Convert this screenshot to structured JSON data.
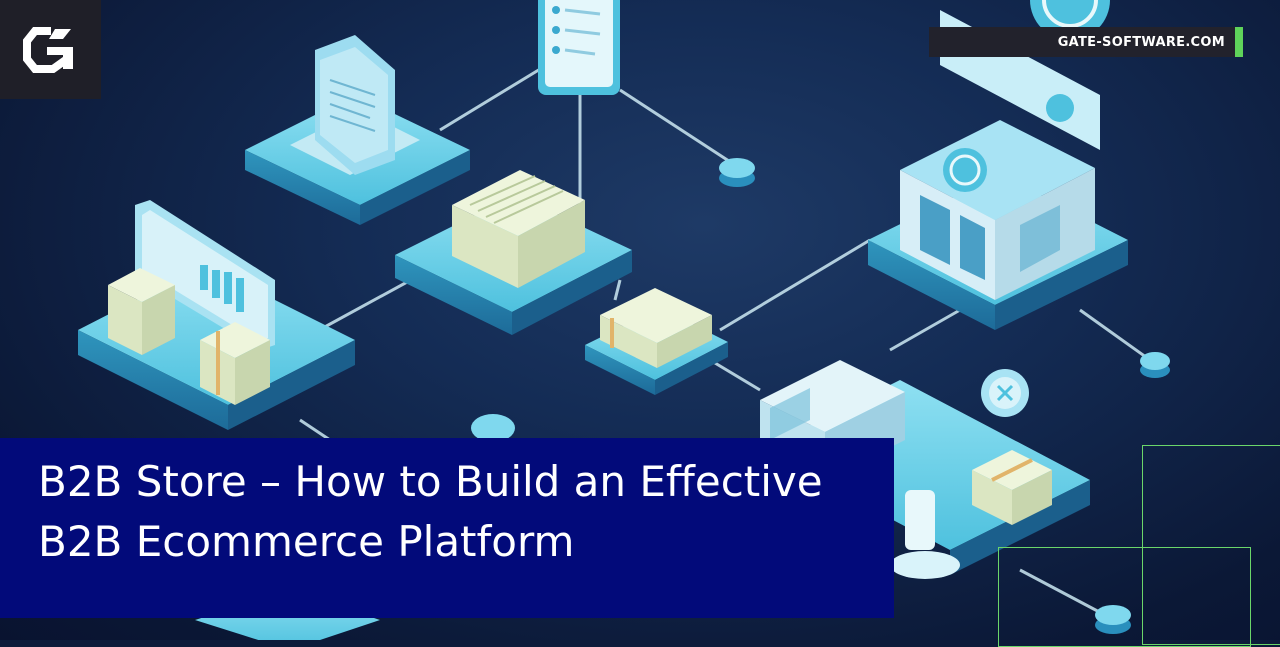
{
  "brand": {
    "logo_icon": "g-logo-icon",
    "domain": "GATE-SOFTWARE.COM",
    "accent_color": "#5fd35a"
  },
  "headline": {
    "line1": "B2B Store – How to Build an Effective",
    "line2": "B2B Ecommerce Platform",
    "panel_color": "#020a7a"
  },
  "illustration": {
    "background_color": "#0f2148",
    "platform_color": "#4ec1de"
  }
}
